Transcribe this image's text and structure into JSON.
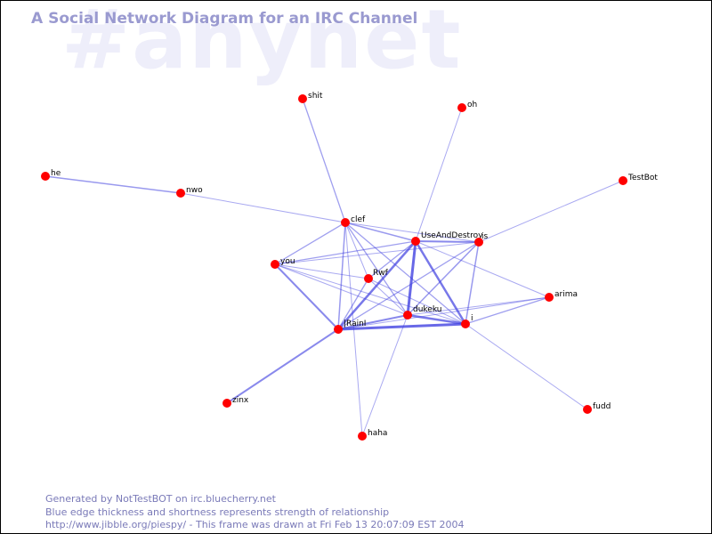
{
  "watermark": "#anynet",
  "title": "A Social Network Diagram for an IRC Channel",
  "footer": {
    "line1": "Generated by NotTestBOT on irc.bluecherry.net",
    "line2": "Blue edge thickness and shortness represents strength of relationship",
    "line3": "http://www.jibble.org/piespy/ - This frame was drawn at Fri Feb 13 20:07:09 EST 2004"
  },
  "colors": {
    "node": "#ff0000",
    "edge": "#4040e0",
    "watermark": "#eeeefa",
    "title": "#9a9ad0",
    "footer": "#7a7ab8"
  },
  "nodes": [
    {
      "id": "he",
      "label": "he"
    },
    {
      "id": "nwo",
      "label": "nwo"
    },
    {
      "id": "shit",
      "label": "shit"
    },
    {
      "id": "oh",
      "label": "oh"
    },
    {
      "id": "TestBot",
      "label": "TestBot"
    },
    {
      "id": "clef",
      "label": "clef"
    },
    {
      "id": "UseAndDestroy",
      "label": "UseAndDestroy"
    },
    {
      "id": "is",
      "label": "is"
    },
    {
      "id": "you",
      "label": "you"
    },
    {
      "id": "Rwf",
      "label": "Rwf"
    },
    {
      "id": "arima",
      "label": "arima"
    },
    {
      "id": "dukeku",
      "label": "dukeku"
    },
    {
      "id": "i",
      "label": "i"
    },
    {
      "id": "JRainI",
      "label": "|RainI"
    },
    {
      "id": "zinx",
      "label": "zinx"
    },
    {
      "id": "haha",
      "label": "haha"
    },
    {
      "id": "fudd",
      "label": "fudd"
    }
  ],
  "edges": [
    {
      "source": "he",
      "target": "nwo",
      "weight": 1.5
    },
    {
      "source": "nwo",
      "target": "clef",
      "weight": 1
    },
    {
      "source": "shit",
      "target": "clef",
      "weight": 1.3
    },
    {
      "source": "oh",
      "target": "UseAndDestroy",
      "weight": 1
    },
    {
      "source": "TestBot",
      "target": "is",
      "weight": 1
    },
    {
      "source": "clef",
      "target": "UseAndDestroy",
      "weight": 1.5
    },
    {
      "source": "clef",
      "target": "is",
      "weight": 1
    },
    {
      "source": "clef",
      "target": "you",
      "weight": 1.3
    },
    {
      "source": "clef",
      "target": "Rwf",
      "weight": 1
    },
    {
      "source": "clef",
      "target": "dukeku",
      "weight": 1.3
    },
    {
      "source": "clef",
      "target": "i",
      "weight": 1.3
    },
    {
      "source": "clef",
      "target": "JRainI",
      "weight": 1.5
    },
    {
      "source": "clef",
      "target": "haha",
      "weight": 1
    },
    {
      "source": "UseAndDestroy",
      "target": "is",
      "weight": 2
    },
    {
      "source": "UseAndDestroy",
      "target": "you",
      "weight": 1.3
    },
    {
      "source": "UseAndDestroy",
      "target": "Rwf",
      "weight": 1.3
    },
    {
      "source": "UseAndDestroy",
      "target": "dukeku",
      "weight": 3
    },
    {
      "source": "UseAndDestroy",
      "target": "i",
      "weight": 2.5
    },
    {
      "source": "UseAndDestroy",
      "target": "JRainI",
      "weight": 2.5
    },
    {
      "source": "UseAndDestroy",
      "target": "arima",
      "weight": 1
    },
    {
      "source": "is",
      "target": "dukeku",
      "weight": 1.5
    },
    {
      "source": "is",
      "target": "i",
      "weight": 1.5
    },
    {
      "source": "is",
      "target": "JRainI",
      "weight": 1.3
    },
    {
      "source": "is",
      "target": "you",
      "weight": 1
    },
    {
      "source": "you",
      "target": "Rwf",
      "weight": 1
    },
    {
      "source": "you",
      "target": "JRainI",
      "weight": 2
    },
    {
      "source": "you",
      "target": "dukeku",
      "weight": 1
    },
    {
      "source": "you",
      "target": "i",
      "weight": 1
    },
    {
      "source": "Rwf",
      "target": "JRainI",
      "weight": 1.3
    },
    {
      "source": "Rwf",
      "target": "i",
      "weight": 1
    },
    {
      "source": "Rwf",
      "target": "dukeku",
      "weight": 1
    },
    {
      "source": "dukeku",
      "target": "JRainI",
      "weight": 2
    },
    {
      "source": "dukeku",
      "target": "i",
      "weight": 2.5
    },
    {
      "source": "dukeku",
      "target": "arima",
      "weight": 1
    },
    {
      "source": "dukeku",
      "target": "haha",
      "weight": 1
    },
    {
      "source": "i",
      "target": "JRainI",
      "weight": 3
    },
    {
      "source": "i",
      "target": "arima",
      "weight": 1.3
    },
    {
      "source": "i",
      "target": "fudd",
      "weight": 1
    },
    {
      "source": "JRainI",
      "target": "zinx",
      "weight": 2
    },
    {
      "source": "JRainI",
      "target": "arima",
      "weight": 1
    }
  ]
}
